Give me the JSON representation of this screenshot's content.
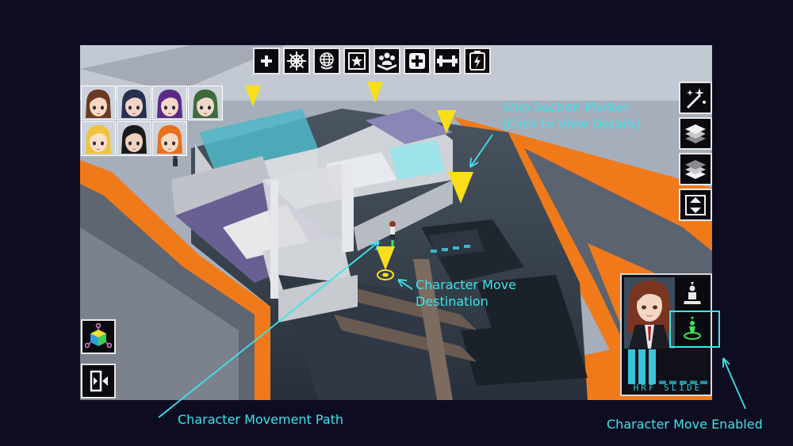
{
  "toolbar": {
    "buttons": [
      {
        "icon": "collapse-arrows-icon"
      },
      {
        "icon": "ship-wheel-icon"
      },
      {
        "icon": "globe-icon"
      },
      {
        "icon": "star-badge-icon"
      },
      {
        "icon": "crew-group-icon"
      },
      {
        "icon": "medical-cross-icon"
      },
      {
        "icon": "dumbbell-icon"
      },
      {
        "icon": "power-battery-icon"
      }
    ]
  },
  "right_panel": {
    "buttons": [
      {
        "icon": "magic-sparkle-icon"
      },
      {
        "icon": "layers-up-icon"
      },
      {
        "icon": "layers-down-icon"
      },
      {
        "icon": "expand-vertical-icon"
      }
    ]
  },
  "roster": {
    "characters": [
      {
        "hair": "#6b3a22",
        "skin": "#f7d9c4"
      },
      {
        "hair": "#27304f",
        "skin": "#f2d7c8"
      },
      {
        "hair": "#5a2b86",
        "skin": "#f4d8cb"
      },
      {
        "hair": "#3f6b3a",
        "skin": "#f1d9c6"
      },
      {
        "hair": "#f0c43a",
        "skin": "#f8dfcd"
      },
      {
        "hair": "#1a1a1e",
        "skin": "#f0d2bd"
      },
      {
        "hair": "#e8701f",
        "skin": "#f6dac6"
      }
    ]
  },
  "bottom_left": {
    "buttons": [
      {
        "icon": "cube-network-icon"
      },
      {
        "icon": "exit-door-icon"
      }
    ]
  },
  "character_panel": {
    "hair": "#7a3520",
    "stats_label": "HRF SLIDE",
    "buttons": [
      {
        "icon": "character-stand-icon"
      },
      {
        "icon": "character-move-icon"
      }
    ],
    "stat_bars": [
      1.0,
      1.0,
      1.0,
      0.1,
      0.1,
      0.1,
      0.1,
      0.1
    ]
  },
  "callouts": {
    "ship_section_marker": {
      "line1": "Ship Section Marker",
      "line2": "(Click to View Details)"
    },
    "move_destination": {
      "line1": "Character Move",
      "line2": "Destination"
    },
    "movement_path": "Character Movement Path",
    "move_enabled": "Character Move Enabled"
  },
  "colors": {
    "accent": "#3ee3ea",
    "hull_orange": "#f07a1a",
    "marker_yellow": "#f8df1a",
    "panel_bg": "#0a0a0f",
    "page_bg": "#0d0c21"
  }
}
